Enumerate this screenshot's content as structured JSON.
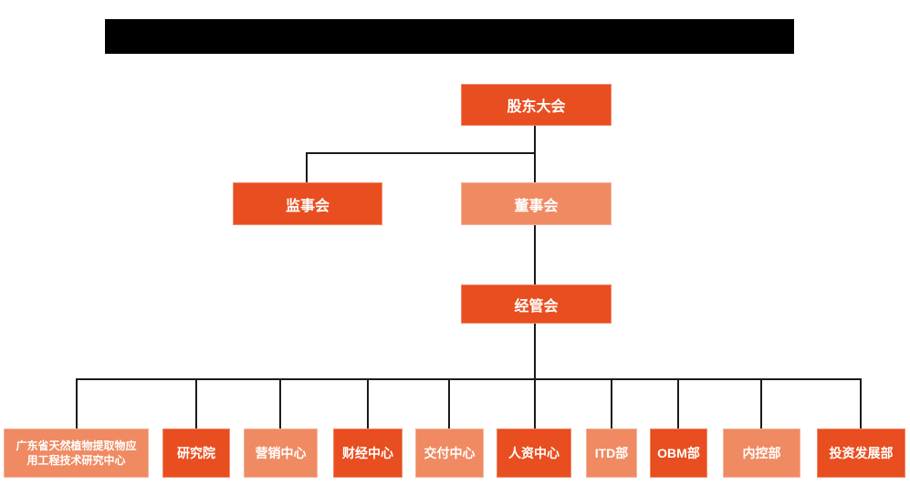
{
  "colors": {
    "primary": "#E84E1F",
    "secondary": "#EF8A62",
    "connector": "#1A1A1A",
    "background": "#FFFFFF",
    "box_text": "#FFFFFF",
    "title_bar": "#000000"
  },
  "title_bar": {
    "redacted": true
  },
  "org_chart": {
    "nodes": [
      {
        "id": "shareholders",
        "label": "股东大会",
        "tone": "primary"
      },
      {
        "id": "supervisors",
        "label": "监事会",
        "tone": "primary"
      },
      {
        "id": "board",
        "label": "董事会",
        "tone": "secondary"
      },
      {
        "id": "management",
        "label": "经管会",
        "tone": "primary"
      },
      {
        "id": "research-center",
        "label": "广东省天然植物提取物应\n用工程技术研究中心",
        "tone": "secondary"
      },
      {
        "id": "research-institute",
        "label": "研究院",
        "tone": "primary"
      },
      {
        "id": "marketing-center",
        "label": "营销中心",
        "tone": "secondary"
      },
      {
        "id": "finance-center",
        "label": "财经中心",
        "tone": "primary"
      },
      {
        "id": "delivery-center",
        "label": "交付中心",
        "tone": "secondary"
      },
      {
        "id": "hr-center",
        "label": "人资中心",
        "tone": "primary"
      },
      {
        "id": "itd-dept",
        "label": "ITD部",
        "tone": "secondary"
      },
      {
        "id": "obm-dept",
        "label": "OBM部",
        "tone": "primary"
      },
      {
        "id": "internal-control-dept",
        "label": "内控部",
        "tone": "secondary"
      },
      {
        "id": "investment-dept",
        "label": "投资发展部",
        "tone": "primary"
      }
    ]
  }
}
